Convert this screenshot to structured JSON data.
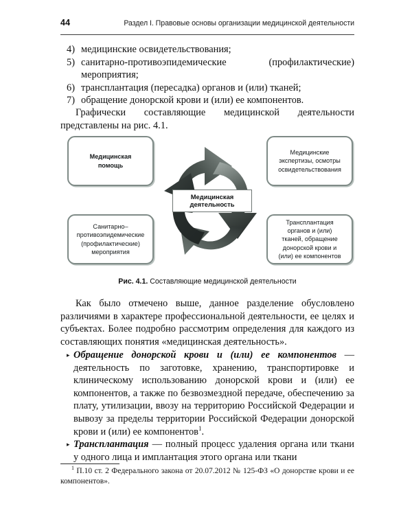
{
  "page": {
    "folio": "44",
    "running_title": "Раздел I. Правовые основы организации медицинской деятельности"
  },
  "numbered_list": [
    {
      "marker": "4)",
      "text": "медицинские освидетельствования;"
    },
    {
      "marker": "5)",
      "text": "санитарно-противоэпидемические (профилактические) мероприятия;"
    },
    {
      "marker": "6)",
      "text": "транспланта­ция (пересадка) органов и (или) тканей;"
    },
    {
      "marker": "7)",
      "text": "обращение донорской крови и (или) ее компонентов."
    }
  ],
  "intro_paragraph": "Графически составляющие медицинской деятельности представлены на рис. 4.1.",
  "figure": {
    "caption_label": "Рис. 4.1.",
    "caption_text": "Составляющие медицинской деятельности",
    "center_label": "Медицинская\nдеятельность",
    "boxes": [
      {
        "id": "box-help",
        "label": "Медицинская\nпомощь",
        "bold": true
      },
      {
        "id": "box-exp",
        "label": "Медицинские\nэкспертизы, осмотры\nосвидетельствования",
        "bold": false
      },
      {
        "id": "box-san",
        "label": "Санитарно–\nпротивоэпидемические\n(профилактические)\nмероприятия",
        "bold": false
      },
      {
        "id": "box-trans",
        "label": "Транспланта­ция\nорганов и (или)\nтканей, обращение\nдонорской крови и\n(или) ее компонентов",
        "bold": false
      }
    ],
    "arrow_color_dark": "#2f3633",
    "arrow_color_light": "#9aa39f",
    "box_border_color": "#7e8a86"
  },
  "body_paragraph": "Как было отмечено выше, данное разделение обусловлено различиями в характере профессиональной деятельности, ее целях и субъектах. Более подробно рассмотрим определения для каждого из составляющих понятия «медицинская деятельность».",
  "bullets": [
    {
      "marker": "▸",
      "term": "Обращение донорской крови и (или) ее компонентов",
      "rest": " — деятельность по заготовке, хранению, транспортировке и клиническому использованию донорской крови и (или) ее компонентов, а также по безвозмездной передаче, обеспечению за плату, утилизации, ввозу на территорию Российской Федерации и вывозу за пределы территории Российской Федерации донорской крови и (или) ее компонентов",
      "sup": "1",
      "tail": "."
    },
    {
      "marker": "▸",
      "term": "Транспланта­ция",
      "rest": " — полный процесс удаления органа или ткани у одного лица и имплантация этого органа или ткани",
      "sup": "",
      "tail": ""
    }
  ],
  "footnote": {
    "marker": "1",
    "text": " П.10 ст. 2 Федерального закона от 20.07.2012 № 125-ФЗ «О донорстве крови и ее компонентов»."
  }
}
